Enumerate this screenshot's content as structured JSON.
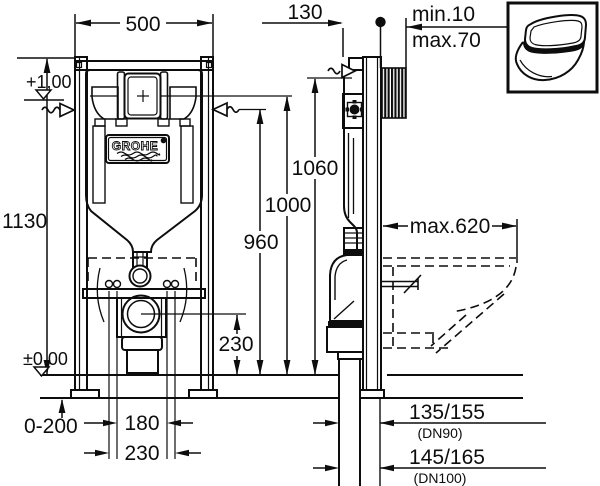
{
  "drawing": {
    "type": "installation-diagram",
    "brand": "GROHE",
    "colors": {
      "line": "#0d0d0d",
      "background": "#ffffff"
    },
    "labels": {
      "width_500": "500",
      "depth_130": "130",
      "gap_min": "min.10",
      "gap_max": "max.70",
      "height_1130": "1130",
      "level_top": "+1,00",
      "level_floor": "±0,00",
      "h_1060": "1060",
      "h_1000": "1000",
      "h_960": "960",
      "depth_max_620": "max.620",
      "drain_height_230": "230",
      "foot_range_0_200": "0-200",
      "bolt_span_180": "180",
      "bolt_span_230": "230",
      "dn90_value": "135/155",
      "dn90_name": "(DN90)",
      "dn100_value": "145/165",
      "dn100_name": "(DN100)"
    }
  }
}
